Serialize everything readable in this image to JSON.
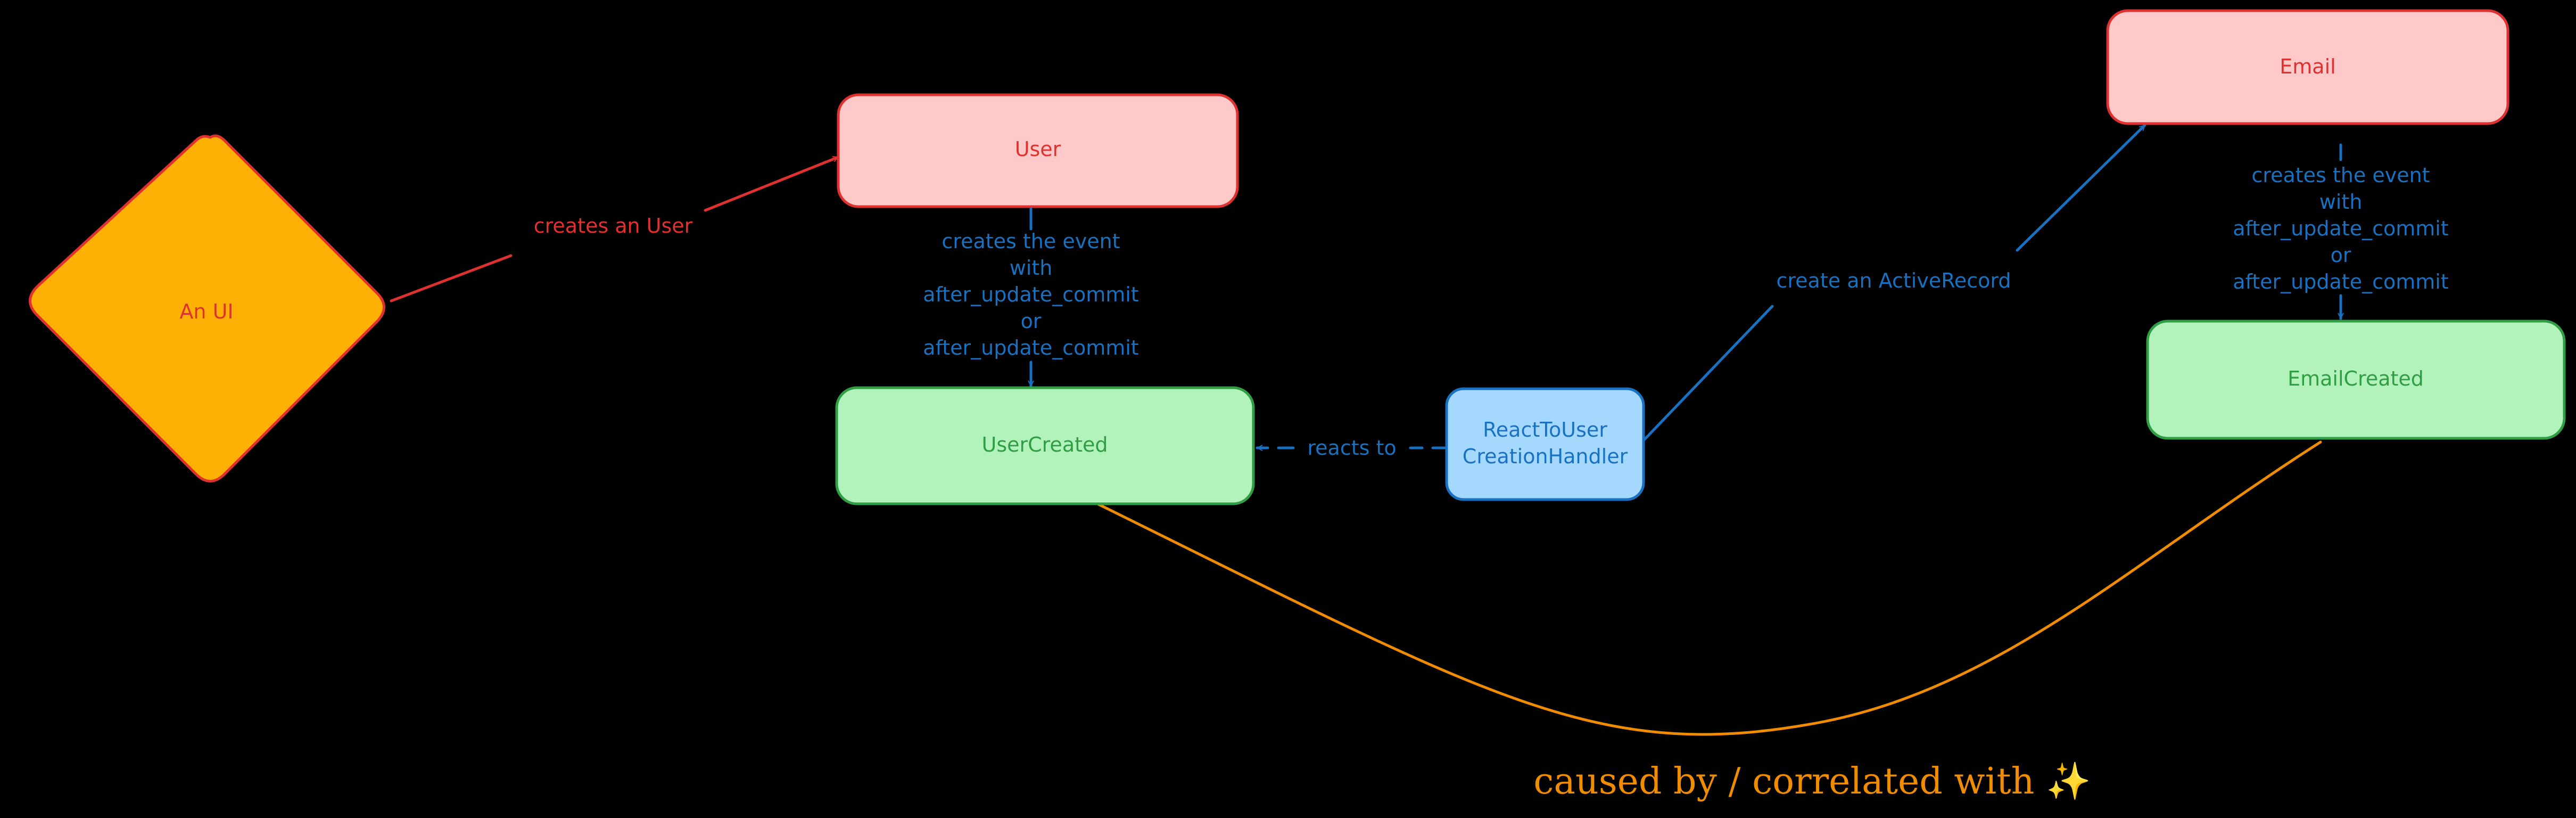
{
  "colors": {
    "background": "#000000",
    "red_stroke": "#e03131",
    "red_fill": "#ffc9c9",
    "green_stroke": "#2f9e44",
    "green_fill": "#b2f2bb",
    "blue_stroke": "#1971c2",
    "blue_fill": "#a5d8ff",
    "orange_fill": "#ffb005",
    "orange_line": "#f08c00",
    "orange_text": "#f08c00"
  },
  "nodes": {
    "ui": {
      "label": "An UI",
      "shape": "diamond"
    },
    "user": {
      "label": "User"
    },
    "user_created": {
      "label": "UserCreated"
    },
    "handler": {
      "label_line1": "ReactToUser",
      "label_line2": "CreationHandler"
    },
    "email": {
      "label": "Email"
    },
    "email_created": {
      "label": "EmailCreated"
    }
  },
  "edges": {
    "ui_to_user": {
      "label": "creates an User"
    },
    "user_to_user_created": {
      "lines": [
        "creates the event",
        "with",
        "after_update_commit",
        "or",
        "after_update_commit"
      ]
    },
    "handler_to_user_created": {
      "label": "reacts to"
    },
    "handler_to_email": {
      "label": "create an ActiveRecord"
    },
    "email_to_email_created": {
      "lines": [
        "creates the event",
        "with",
        "after_update_commit",
        "or",
        "after_update_commit"
      ]
    }
  },
  "caption": {
    "text": "caused by / correlated with ✨"
  }
}
